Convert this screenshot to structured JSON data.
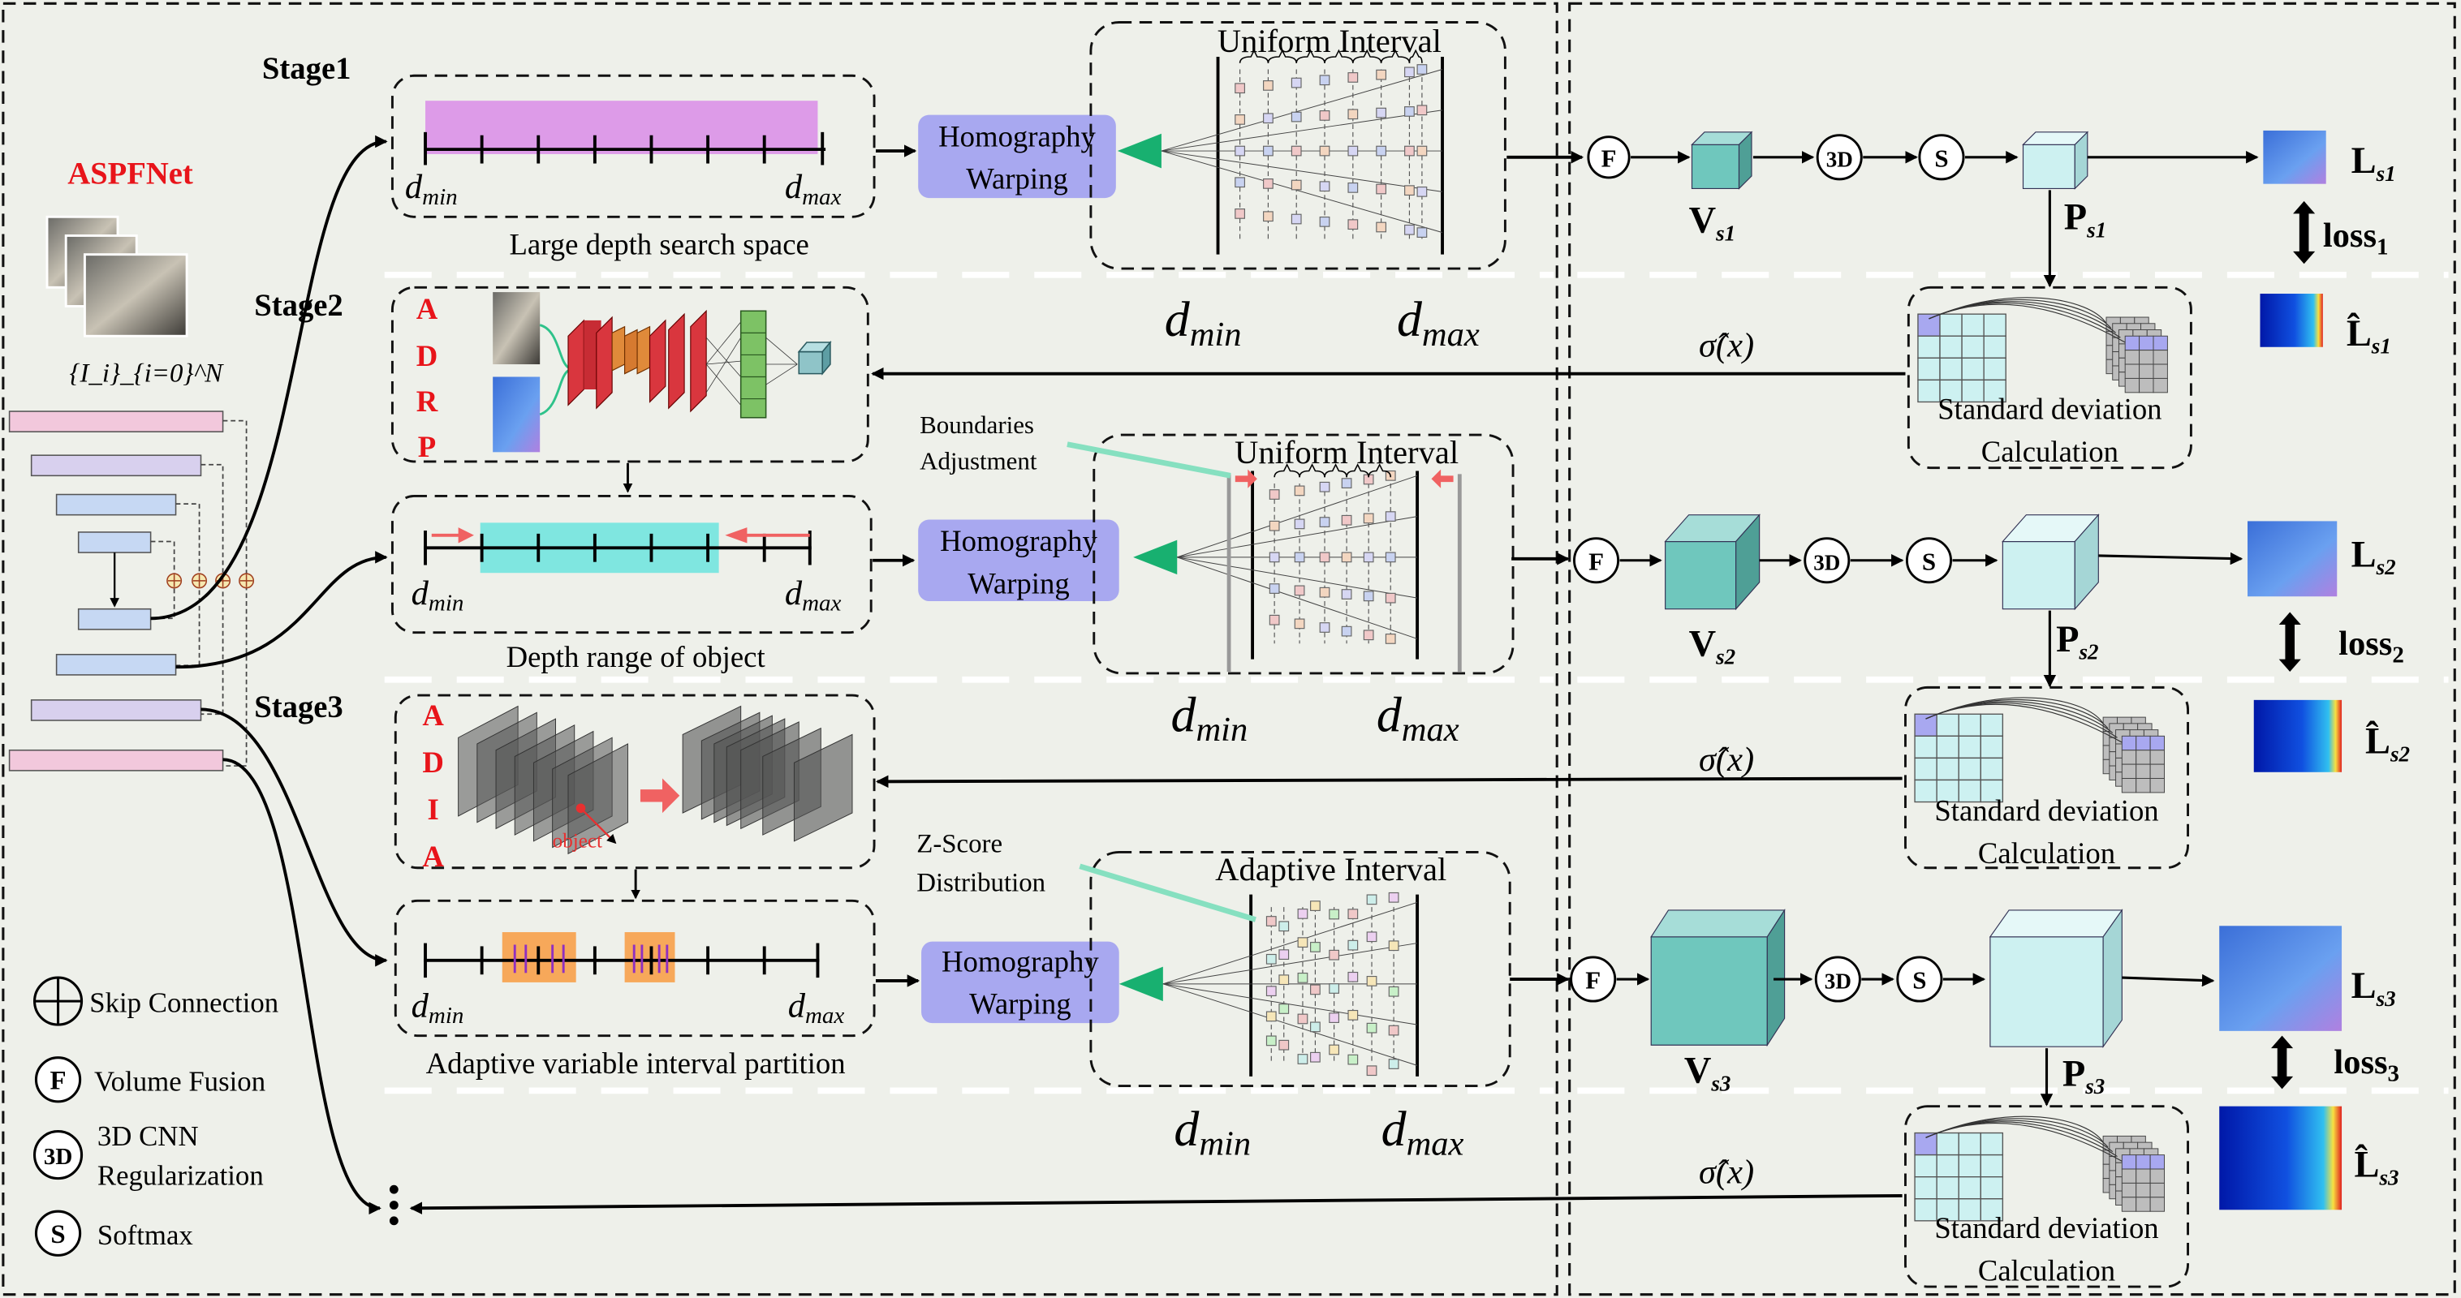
{
  "network_name": "ASPFNet",
  "input_label": "{I_i}_{i=0}^N",
  "stages": [
    {
      "label": "Stage1",
      "search_caption": "Large depth search space",
      "interval_label": "Uniform Interval"
    },
    {
      "label": "Stage2",
      "search_caption": "Depth range of object",
      "interval_label": "Uniform Interval",
      "module_letters": [
        "A",
        "D",
        "R",
        "P"
      ]
    },
    {
      "label": "Stage3",
      "search_caption": "Adaptive variable interval partition",
      "interval_label": "Adaptive Interval",
      "module_letters": [
        "A",
        "D",
        "I",
        "A"
      ],
      "object_label": "object"
    }
  ],
  "dmin": "d",
  "dmin_sub": "min",
  "dmax": "d",
  "dmax_sub": "max",
  "homography_label": [
    "Homography",
    "Warping"
  ],
  "boundaries_adjustment": [
    "Boundaries",
    "Adjustment"
  ],
  "zscore_distribution": [
    "Z-Score",
    "Distribution"
  ],
  "sigma_label": "σ̂(x)",
  "std_calc_label": [
    "Standard deviation",
    "Calculation"
  ],
  "ops": {
    "fusion": "F",
    "cnn3d": "3D",
    "softmax": "S"
  },
  "volumes": [
    {
      "V": "V",
      "V_sub": "s1",
      "P": "P",
      "P_sub": "s1",
      "L": "L",
      "L_sub": "s1",
      "Lhat": "L̂",
      "Lhat_sub": "s1",
      "loss": "loss",
      "loss_sub": "1"
    },
    {
      "V": "V",
      "V_sub": "s2",
      "P": "P",
      "P_sub": "s2",
      "L": "L",
      "L_sub": "s2",
      "Lhat": "L̂",
      "Lhat_sub": "s2",
      "loss": "loss",
      "loss_sub": "2"
    },
    {
      "V": "V",
      "V_sub": "s3",
      "P": "P",
      "P_sub": "s3",
      "L": "L",
      "L_sub": "s3",
      "Lhat": "L̂",
      "Lhat_sub": "s3",
      "loss": "loss",
      "loss_sub": "3"
    }
  ],
  "legend": [
    {
      "icon": "plus-circle-icon",
      "symbol": "⊕",
      "label": "Skip Connection"
    },
    {
      "icon": "fusion-icon",
      "symbol": "F",
      "label": "Volume Fusion"
    },
    {
      "icon": "cnn3d-icon",
      "symbol": "3D",
      "label": "3D CNN",
      "label2": "Regularization"
    },
    {
      "icon": "softmax-icon",
      "symbol": "S",
      "label": "Softmax"
    }
  ],
  "colors": {
    "background": "#eef0ea",
    "homography_box": "#a8a8f0",
    "search_bar_stage1": "#dd9be8",
    "search_bar_stage2": "#7fe6e0",
    "adaptive_highlight": "#f7a85a",
    "arrow_red": "#f06262",
    "teal_line": "#86e0c0",
    "volume_dark": "#6fc7bd",
    "volume_light": "#cdf1f1",
    "conv_red": "#d9363e",
    "conv_orange": "#e08a3a",
    "fc_green": "#7dc265",
    "label_red": "#e8141a"
  }
}
